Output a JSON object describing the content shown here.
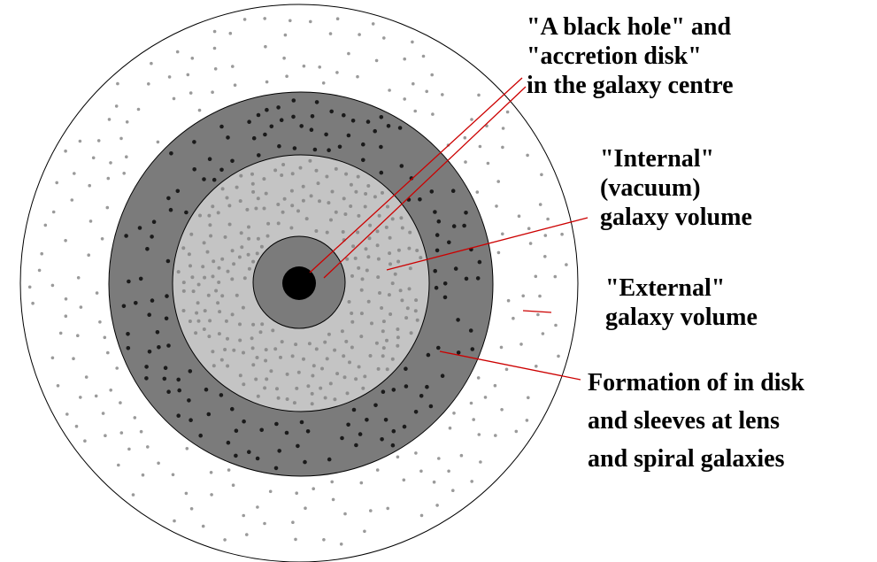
{
  "labels": {
    "black_hole": [
      "\"A black hole\" and",
      "\"accretion disk\"",
      "in the galaxy centre"
    ],
    "internal": [
      "\"Internal\"",
      "(vacuum)",
      "galaxy volume"
    ],
    "external": [
      "\"External\"",
      "galaxy volume"
    ],
    "formation": [
      "Formation of in disk",
      "and sleeves at lens",
      "and spiral galaxies"
    ]
  },
  "colors": {
    "outer_zone": "#ffffff",
    "sleeve_ring": "#7b7b7b",
    "internal_volume": "#c4c4c4",
    "core_disk": "#7b7b7b",
    "black_hole": "#000000",
    "pointer_lines": "#cc0000",
    "outline": "#000000"
  }
}
